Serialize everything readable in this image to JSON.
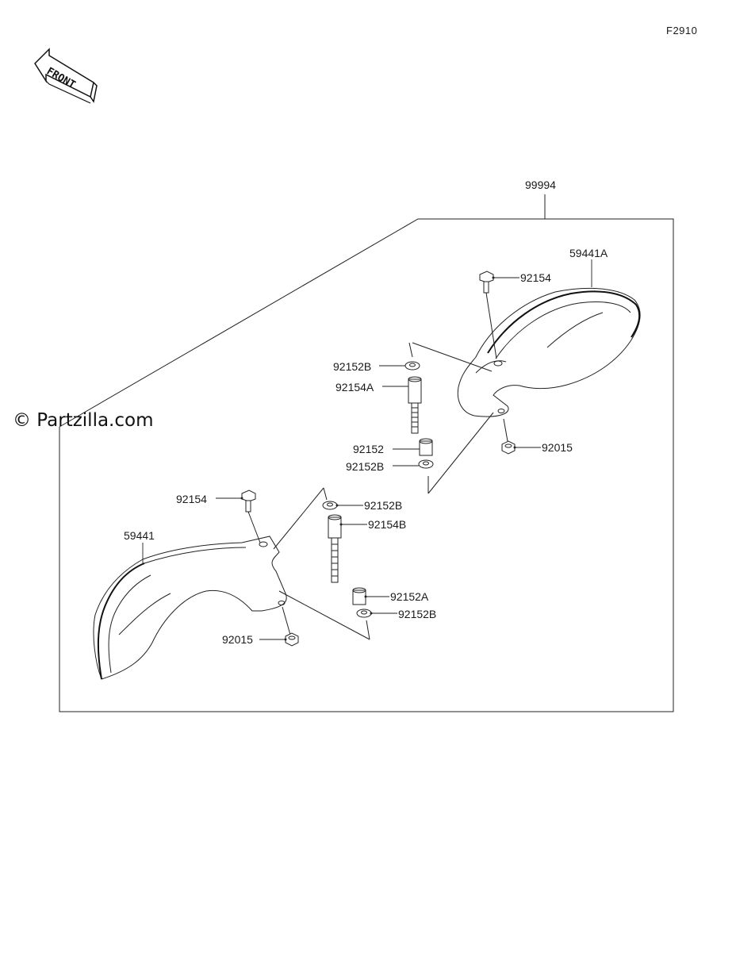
{
  "figure_id": "F2910",
  "watermark": "© Partzilla.com",
  "front_label": "FRONT",
  "assembly_callout": "99994",
  "labels": {
    "guard_right": "59441A",
    "bolt_right": "92154",
    "washer_right_top": "92152B",
    "bolt_long_right": "92154A",
    "collar_right": "92152",
    "washer_right_bottom": "92152B",
    "nut_right": "92015",
    "bolt_left": "92154",
    "washer_left_top": "92152B",
    "bolt_long_left": "92154B",
    "guard_left": "59441",
    "collar_left": "92152A",
    "washer_left_bottom": "92152B",
    "nut_left": "92015"
  }
}
